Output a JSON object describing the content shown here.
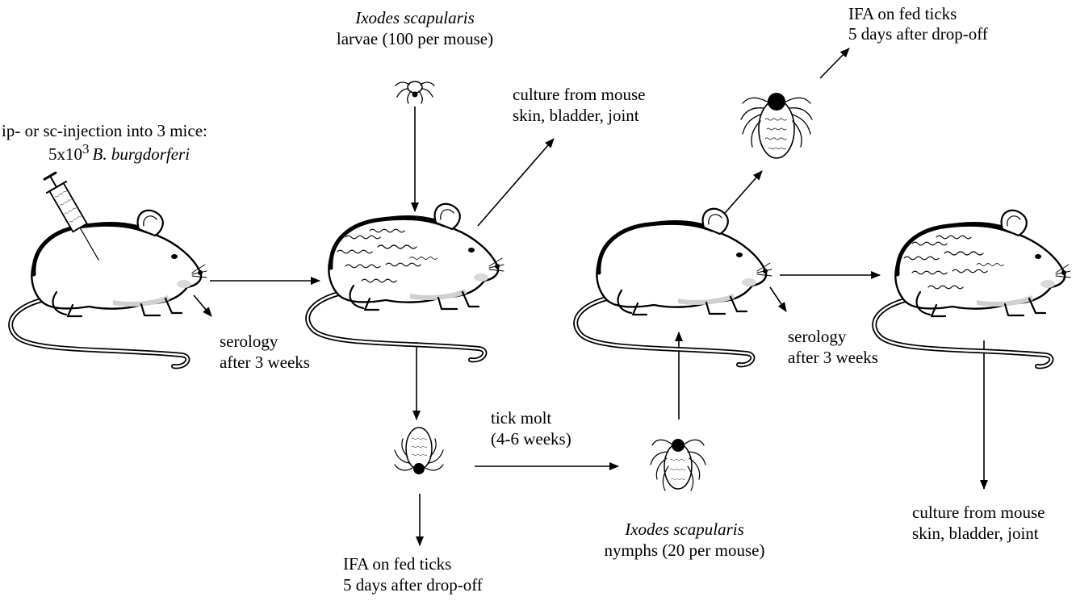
{
  "labels": {
    "injection_line1": "ip- or sc-injection into 3 mice:",
    "injection_dose_prefix": "5x10",
    "injection_dose_exp": "3",
    "injection_species": "B. burgdorferi",
    "larvae_species": "Ixodes scapularis",
    "larvae_count": "larvae (100 per mouse)",
    "culture1_line1": "culture from mouse",
    "culture1_line2": "skin, bladder, joint",
    "ifa_top_line1": "IFA on fed ticks",
    "ifa_top_line2": "5 days after drop-off",
    "serology1_line1": "serology",
    "serology1_line2": "after 3 weeks",
    "serology2_line1": "serology",
    "serology2_line2": "after 3 weeks",
    "molt_line1": "tick molt",
    "molt_line2": "(4-6 weeks)",
    "nymph_species": "Ixodes scapularis",
    "nymph_count": "nymphs (20 per mouse)",
    "ifa_bottom_line1": "IFA on fed ticks",
    "ifa_bottom_line2": "5 days after drop-off",
    "culture2_line1": "culture from mouse",
    "culture2_line2": "skin, bladder, joint"
  },
  "icons": [
    "syringe-icon",
    "mouse-icon",
    "infected-mouse-icon",
    "larva-tick-icon",
    "fed-tick-icon",
    "nymph-tick-icon"
  ]
}
